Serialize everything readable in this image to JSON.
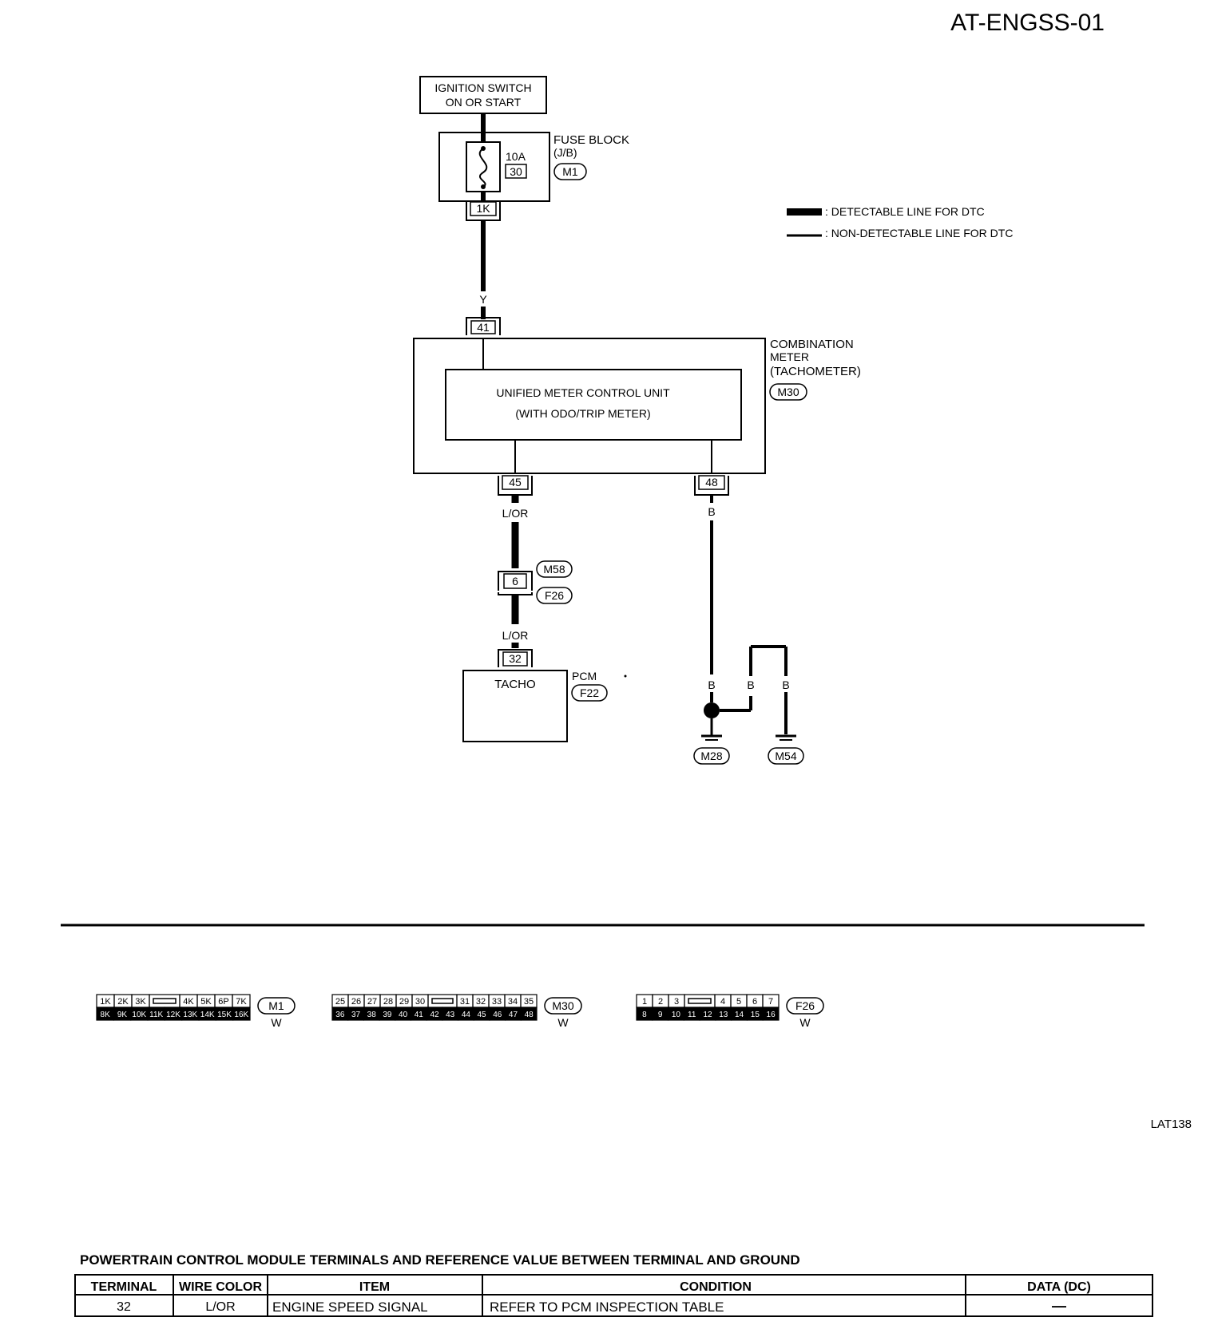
{
  "page_id": "AT-ENGSS-01",
  "figure_id": "LAT138",
  "legend": {
    "detectable": ": DETECTABLE LINE FOR DTC",
    "non_detectable": ": NON-DETECTABLE LINE FOR DTC"
  },
  "ignition": {
    "line1": "IGNITION SWITCH",
    "line2": "ON OR START"
  },
  "fuse_block": {
    "line1": "FUSE BLOCK",
    "line2": "(J/B)",
    "connector": "M1",
    "rating": "10A",
    "number": "30",
    "terminal": "1K"
  },
  "combination_meter": {
    "line1": "COMBINATION",
    "line2": "METER",
    "line3": "(TACHOMETER)",
    "connector": "M30",
    "unit_line1": "UNIFIED METER CONTROL UNIT",
    "unit_line2": "(WITH ODO/TRIP METER)",
    "pin_in": "41",
    "pin_out1": "45",
    "pin_out2": "48"
  },
  "wires": {
    "y": "Y",
    "lor_top": "L/OR",
    "lor_bottom": "L/OR",
    "b_main": "B",
    "b_left": "B",
    "b_mid": "B",
    "b_right": "B"
  },
  "inline_connector": {
    "pin": "6",
    "conn_top": "M58",
    "conn_bottom": "F26"
  },
  "pcm": {
    "label": "PCM",
    "connector": "F22",
    "pin": "32",
    "inner": "TACHO"
  },
  "grounds": {
    "left": "M28",
    "right": "M54"
  },
  "connectors": [
    {
      "id": "M1",
      "color": "W",
      "row1": [
        "1K",
        "2K",
        "3K",
        "",
        "4K",
        "5K",
        "6P",
        "7K"
      ],
      "row2": [
        "8K",
        "9K",
        "10K",
        "11K",
        "12K",
        "13K",
        "14K",
        "15K",
        "16K"
      ]
    },
    {
      "id": "M30",
      "color": "W",
      "row1": [
        "25",
        "26",
        "27",
        "28",
        "29",
        "30",
        "",
        "31",
        "32",
        "33",
        "34",
        "35"
      ],
      "row2": [
        "36",
        "37",
        "38",
        "39",
        "40",
        "41",
        "42",
        "43",
        "44",
        "45",
        "46",
        "47",
        "48"
      ]
    },
    {
      "id": "F26",
      "color": "W",
      "row1": [
        "1",
        "2",
        "3",
        "",
        "4",
        "5",
        "6",
        "7"
      ],
      "row2": [
        "8",
        "9",
        "10",
        "11",
        "12",
        "13",
        "14",
        "15",
        "16"
      ]
    }
  ],
  "table": {
    "title": "POWERTRAIN CONTROL MODULE TERMINALS AND REFERENCE VALUE BETWEEN TERMINAL AND GROUND",
    "headers": [
      "TERMINAL",
      "WIRE COLOR",
      "ITEM",
      "CONDITION",
      "DATA (DC)"
    ],
    "rows": [
      [
        "32",
        "L/OR",
        "ENGINE SPEED SIGNAL",
        "REFER TO PCM INSPECTION TABLE",
        "—"
      ]
    ]
  }
}
